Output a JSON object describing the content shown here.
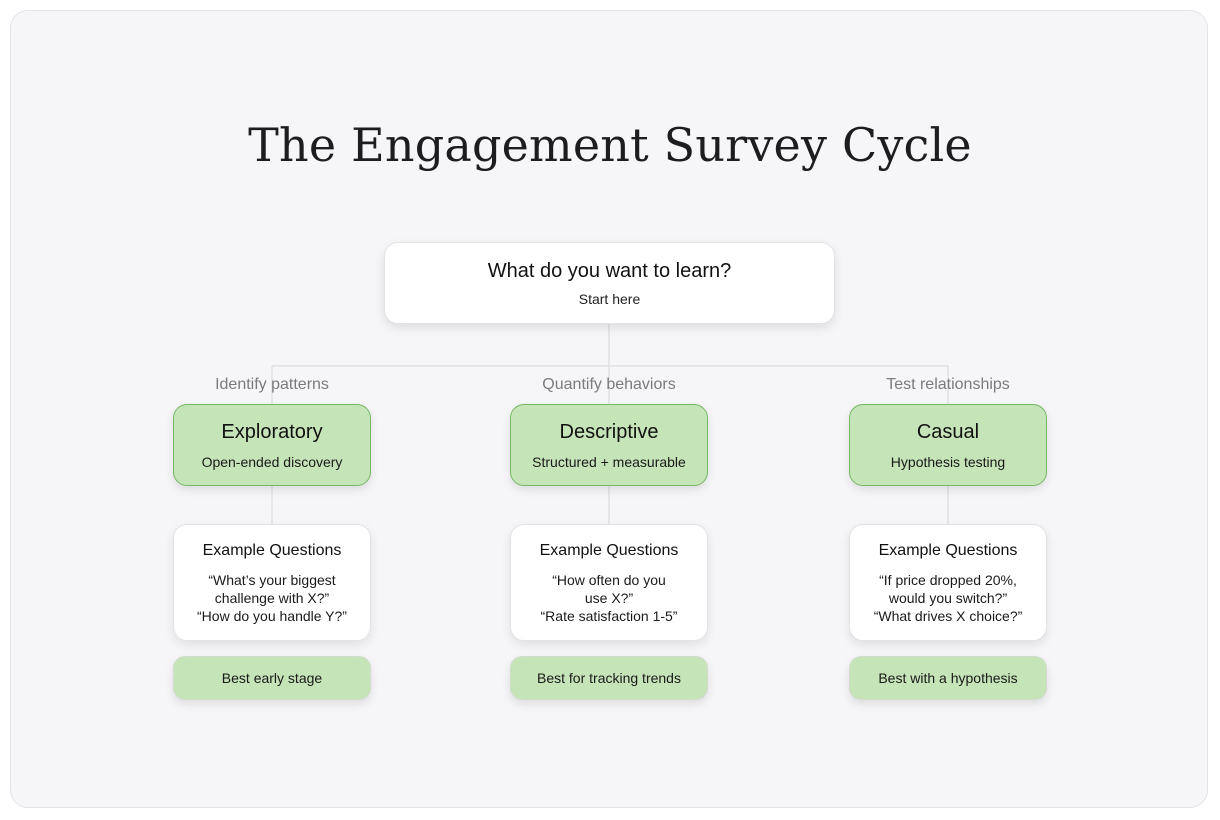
{
  "title": "The Engagement Survey Cycle",
  "start": {
    "title": "What do you want to learn?",
    "subtitle": "Start here"
  },
  "branches": [
    {
      "label": "Identify patterns",
      "type_title": "Exploratory",
      "type_subtitle": "Open-ended discovery",
      "examples_heading": "Example Questions",
      "examples": [
        "“What’s your biggest",
        "challenge with X?”",
        "“How do you handle Y?”"
      ],
      "best_for": "Best early stage"
    },
    {
      "label": "Quantify behaviors",
      "type_title": "Descriptive",
      "type_subtitle": "Structured + measurable",
      "examples_heading": "Example Questions",
      "examples": [
        "“How often do you",
        "use X?”",
        "“Rate satisfaction 1-5”"
      ],
      "best_for": "Best for tracking trends"
    },
    {
      "label": "Test relationships",
      "type_title": "Casual",
      "type_subtitle": "Hypothesis testing",
      "examples_heading": "Example Questions",
      "examples": [
        "“If price dropped 20%,",
        "would you switch?”",
        "“What drives X choice?”"
      ],
      "best_for": "Best with a hypothesis"
    }
  ],
  "colors": {
    "accent_fill": "#c5e4b7",
    "accent_border": "#76b863",
    "background": "#f6f6f8",
    "connector": "#dcdce0"
  }
}
